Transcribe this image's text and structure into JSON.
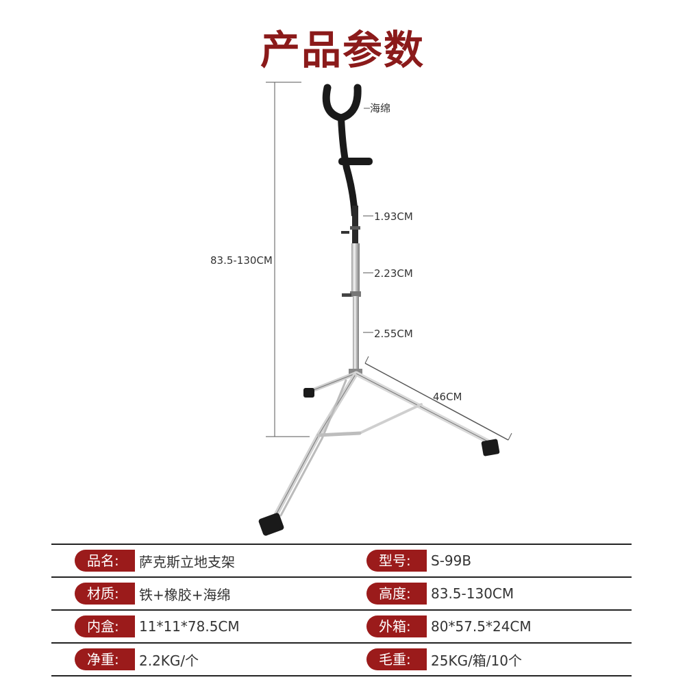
{
  "title": "产品参数",
  "illustration": {
    "callouts": {
      "sponge": "海绵",
      "tube1": "1.93CM",
      "tube2": "2.23CM",
      "tube3": "2.55CM",
      "height": "83.5-130CM",
      "leg": "46CM"
    }
  },
  "specs": [
    {
      "left_label": "品名:",
      "left_value": "萨克斯立地支架",
      "right_label": "型号:",
      "right_value": "S-99B"
    },
    {
      "left_label": "材质:",
      "left_value": "铁+橡胶+海绵",
      "right_label": "高度:",
      "right_value": "83.5-130CM"
    },
    {
      "left_label": "内盒:",
      "left_value": "11*11*78.5CM",
      "right_label": "外箱:",
      "right_value": "80*57.5*24CM"
    },
    {
      "left_label": "净重:",
      "left_value": "2.2KG/个",
      "right_label": "毛重:",
      "right_value": "25KG/箱/10个"
    }
  ],
  "colors": {
    "accent": "#9b1b1b",
    "title": "#8b1a1a"
  }
}
